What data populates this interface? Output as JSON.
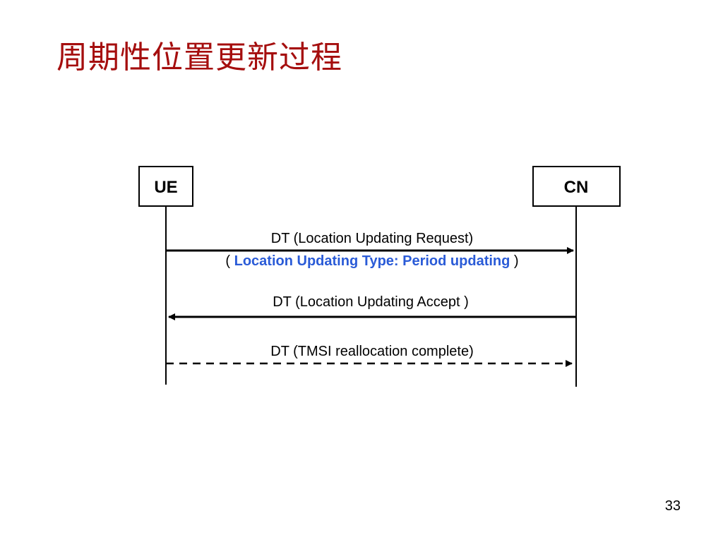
{
  "title": "周期性位置更新过程",
  "entities": {
    "ue": "UE",
    "cn": "CN"
  },
  "messages": [
    {
      "label": "DT (Location Updating Request)",
      "direction": "UE→CN",
      "style": "solid"
    },
    {
      "label": "DT (Location Updating Accept )",
      "direction": "CN→UE",
      "style": "solid"
    },
    {
      "label": "DT (TMSI reallocation complete)",
      "direction": "UE→CN",
      "style": "dashed"
    }
  ],
  "request_detail": {
    "open": "( ",
    "highlight": "Location Updating Type: Period updating",
    "close": " )"
  },
  "colors": {
    "title": "#a50e0e",
    "highlight": "#2a5bd7",
    "line": "#000000"
  },
  "page_number": "33"
}
